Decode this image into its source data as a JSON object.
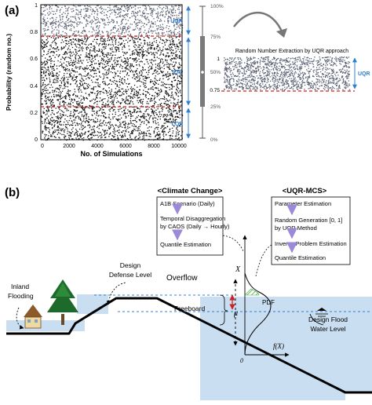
{
  "panel_a": {
    "label": "(a)",
    "ylabel": "Probability (random no.)",
    "xlabel": "No. of Simulations",
    "y_ticks": [
      "1",
      "0.8",
      "0.6",
      "0.4",
      "0.2",
      "0"
    ],
    "x_ticks": [
      "0",
      "2000",
      "4000",
      "6000",
      "8000",
      "10000"
    ],
    "band_labels": {
      "uqr": "UQR",
      "iqr": "IQR",
      "lqr": "LQR"
    },
    "pct_labels": [
      "100%",
      "75%",
      "50%",
      "25%",
      "0%"
    ],
    "inset": {
      "title": "Random Number Extraction  by UQR approach",
      "y_ticks": [
        "1",
        "0.75"
      ],
      "band_label": "UQR"
    }
  },
  "panel_b": {
    "label": "(b)",
    "climate": {
      "header": "<Climate Change>",
      "steps": [
        "A1B Scenario (Daily)",
        "Temporal Disaggregation",
        "by CAOS (Daily → Hourly)",
        "Quantile Estimation"
      ]
    },
    "uqr": {
      "header": "<UQR-MCS>",
      "steps": [
        "Parameter Estimation",
        "Random Generation [0, 1]",
        "by UQR Method",
        "Inverse Problem Estimation",
        "Quantile Estimation"
      ]
    },
    "labels": {
      "inland_flooding": [
        "Inland",
        "Flooding"
      ],
      "design_defense_level": [
        "Design",
        "Defense Level"
      ],
      "overflow": "Overflow",
      "freeboard": "Freeboard",
      "pdf": "PDF",
      "design_flood_water_level": [
        "Design Flood",
        "Water Level"
      ],
      "x_symbol": "X",
      "mu_symbol": "μ",
      "fx_symbol": "f(X)",
      "zero": "0"
    }
  },
  "colors": {
    "threshold_line": "#d02020",
    "band_arrow": "#2f7fd0",
    "water": "#c9def0",
    "flow_arrow": "#9a8ad8",
    "box_plot": "#7a7a7a",
    "pdf_tail": "#3aa83a"
  }
}
